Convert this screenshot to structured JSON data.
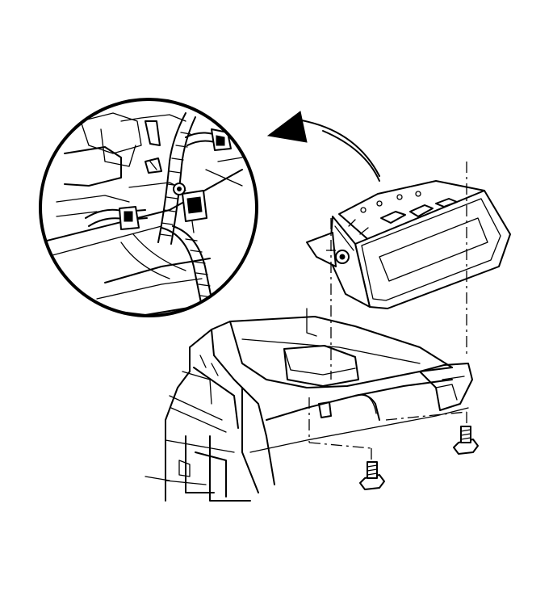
{
  "diagram": {
    "kind": "line-art service illustration",
    "callouts": [],
    "colors": {
      "ink": "#000000",
      "paper": "#ffffff"
    },
    "parts": [
      {
        "name": "instrument-panel-structure"
      },
      {
        "name": "lower-mounting-bracket"
      },
      {
        "name": "airbag-module"
      },
      {
        "name": "mounting-bolt-left"
      },
      {
        "name": "mounting-bolt-right"
      },
      {
        "name": "detail-view-connector"
      }
    ]
  }
}
